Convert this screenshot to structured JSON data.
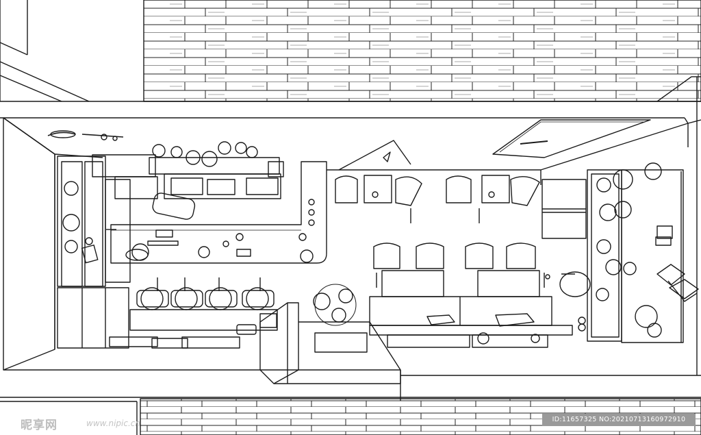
{
  "watermark": {
    "brand": "昵享网",
    "site": "www.nipic.cn",
    "id": "ID:11657325 NO:20210713160972910"
  },
  "colors": {
    "line": "#1a1a1a",
    "background": "#ffffff",
    "watermark_box": "#9a9a9a"
  }
}
